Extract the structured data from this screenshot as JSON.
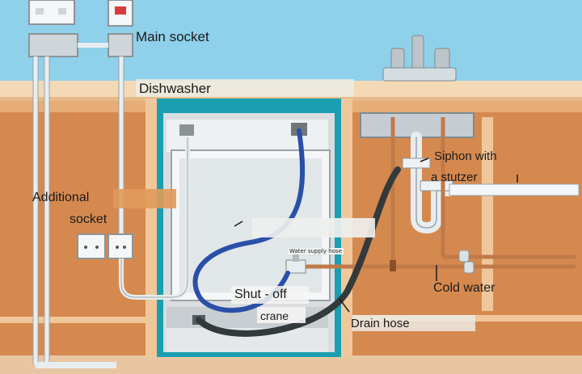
{
  "labels": {
    "main_socket": "Main socket",
    "dishwasher": "Dishwasher",
    "additional_socket_line1": "Additional",
    "additional_socket_line2": "socket",
    "siphon_line1": "Siphon with",
    "siphon_line2": "a stutzer",
    "water_supply_hose": "Water supply hose",
    "shut_off_line1": "Shut - off",
    "shut_off_line2": "crane",
    "cold_water": "Cold water",
    "drain_hose": "Drain hose"
  },
  "colors": {
    "sky": "#8fd0ea",
    "cabinet": "#d6894f",
    "countertop": "#f3d9b5",
    "dishwasher_frame": "#1a9fb0",
    "dishwasher_body": "#d9dde0",
    "water_hose": "#2a4fa8",
    "drain_hose": "#333a3c",
    "copper_pipe": "#c07a4a",
    "conduit": "#e8eef0"
  }
}
